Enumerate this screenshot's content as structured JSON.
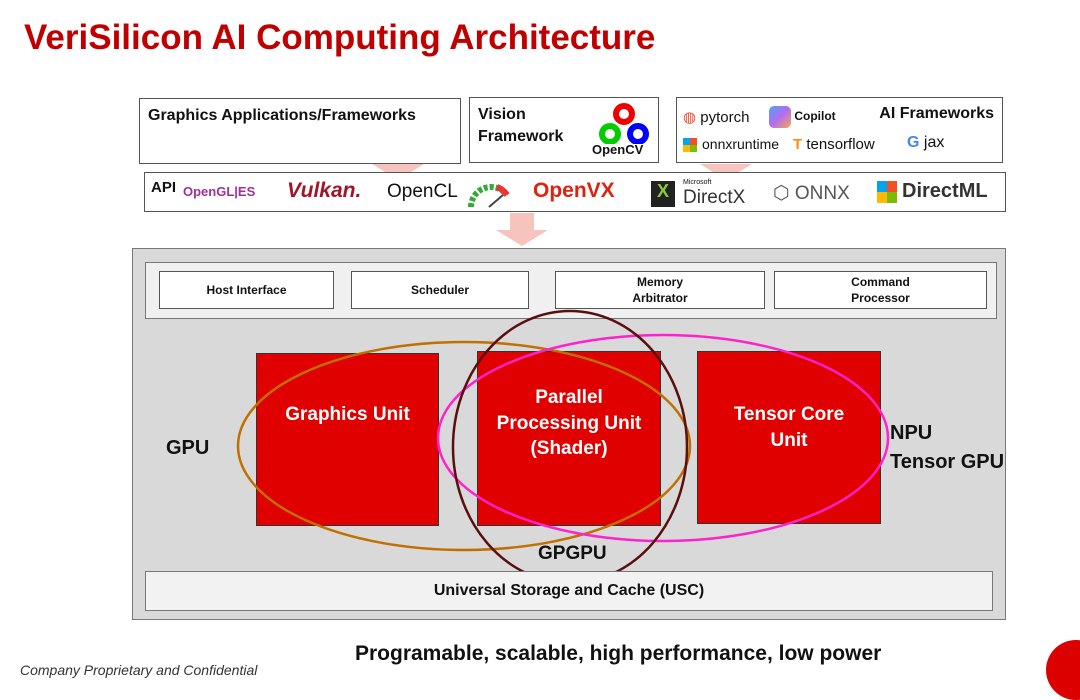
{
  "title": "VeriSilicon AI Computing Architecture",
  "graphics_apps": "Graphics Applications/Frameworks",
  "vision": {
    "line1": "Vision",
    "line2": "Framework",
    "logo": "OpenCV"
  },
  "ai": {
    "title": "AI Frameworks",
    "items": [
      "pytorch",
      "Copilot",
      "onnxruntime",
      "tensorflow",
      "jax"
    ]
  },
  "api": {
    "label": "API",
    "items": [
      "OpenGL|ES",
      "Vulkan.",
      "OpenCL",
      "OpenVX",
      "Microsoft",
      "DirectX",
      "ONNX",
      "DirectML"
    ]
  },
  "control": [
    "Host Interface",
    "Scheduler",
    "Memory Arbitrator",
    "Command Processor"
  ],
  "units": {
    "graphics": "Graphics Unit",
    "parallel_1": "Parallel",
    "parallel_2": "Processing Unit",
    "parallel_3": "(Shader)",
    "tensor": "Tensor Core Unit"
  },
  "labels": {
    "gpu": "GPU",
    "npu": "NPU",
    "tensor_gpu": "Tensor GPU",
    "gpgpu": "GPGPU"
  },
  "usc": "Universal Storage and Cache (USC)",
  "tagline": "Programable, scalable, high performance, low power",
  "footer": "Company Proprietary and Confidential",
  "colors": {
    "accent": "#c00000",
    "unit": "#e00000",
    "gpu_ellipse": "#c07000",
    "npu_ellipse": "#ff22cc",
    "gpgpu_ellipse": "#5a0f0f"
  }
}
